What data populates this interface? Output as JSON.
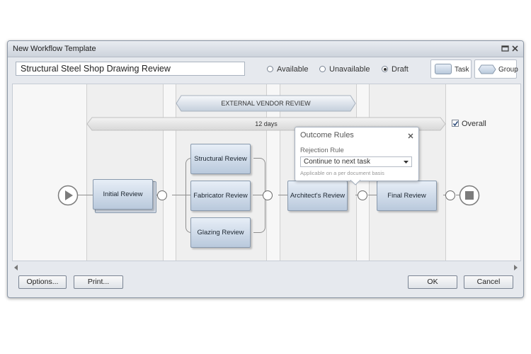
{
  "window": {
    "title": "New Workflow Template"
  },
  "toolbar": {
    "template_name": "Structural Steel Shop Drawing Review",
    "status_options": [
      {
        "label": "Available",
        "selected": false
      },
      {
        "label": "Unavailable",
        "selected": false
      },
      {
        "label": "Draft",
        "selected": true
      }
    ],
    "task_button": "Task",
    "group_button": "Group"
  },
  "canvas": {
    "banner_external": "EXTERNAL VENDOR REVIEW",
    "banner_duration": "12 days",
    "overall_label": "Overall",
    "overall_checked": true,
    "tasks": {
      "initial": "Initial Review",
      "structural": "Structural Review",
      "fabricator": "Fabricator Review",
      "glazing": "Glazing Review",
      "architect": "Architect's Review",
      "final": "Final Review"
    }
  },
  "popup": {
    "title": "Outcome Rules",
    "field_label": "Rejection Rule",
    "selected_value": "Continue to next task",
    "hint": "Applicable on a per document basis"
  },
  "footer": {
    "options_button": "Options...",
    "print_button": "Print...",
    "ok_button": "OK",
    "cancel_button": "Cancel"
  },
  "colors": {
    "task_fill_top": "#e7eef7",
    "task_fill_bottom": "#b9c9dc",
    "window_bg": "#e6e9ee"
  }
}
